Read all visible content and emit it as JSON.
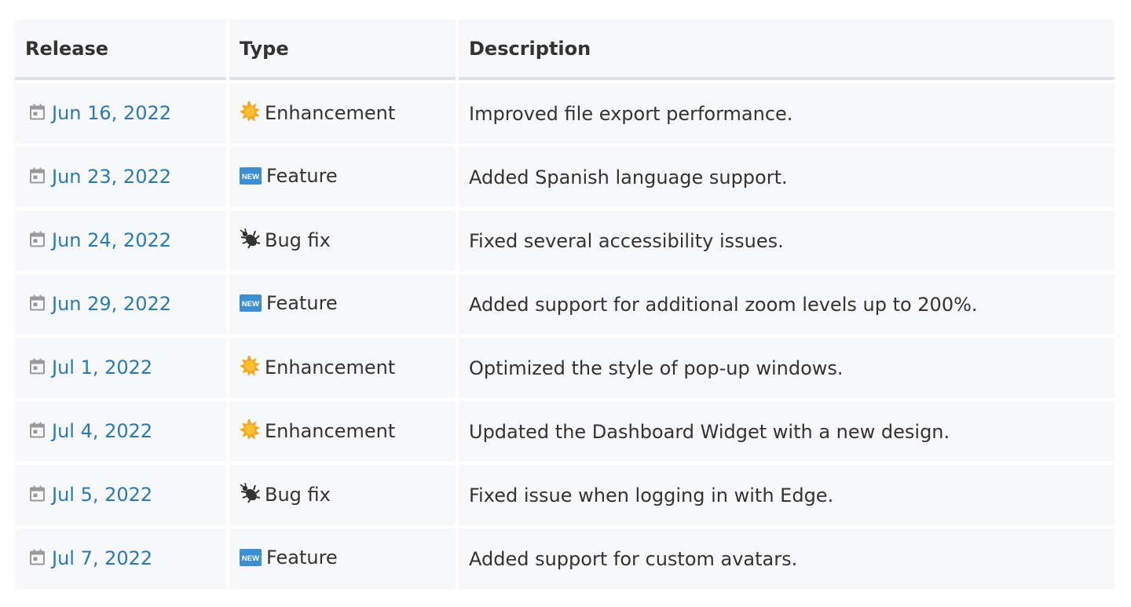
{
  "table": {
    "headers": {
      "release": "Release",
      "type": "Type",
      "description": "Description"
    },
    "rows": [
      {
        "date": "Jun 16, 2022",
        "type": "Enhancement",
        "type_icon": "sun-icon",
        "description": "Improved file export performance."
      },
      {
        "date": "Jun 23, 2022",
        "type": "Feature",
        "type_icon": "new-badge-icon",
        "description": "Added Spanish language support."
      },
      {
        "date": "Jun 24, 2022",
        "type": "Bug fix",
        "type_icon": "bug-icon",
        "description": "Fixed several accessibility issues."
      },
      {
        "date": "Jun 29, 2022",
        "type": "Feature",
        "type_icon": "new-badge-icon",
        "description": "Added support for additional zoom levels up to 200%."
      },
      {
        "date": "Jul 1, 2022",
        "type": "Enhancement",
        "type_icon": "sun-icon",
        "description": "Optimized the style of pop-up windows."
      },
      {
        "date": "Jul 4, 2022",
        "type": "Enhancement",
        "type_icon": "sun-icon",
        "description": "Updated the Dashboard Widget with a new design."
      },
      {
        "date": "Jul 5, 2022",
        "type": "Bug fix",
        "type_icon": "bug-icon",
        "description": "Fixed issue when logging in with Edge."
      },
      {
        "date": "Jul 7, 2022",
        "type": "Feature",
        "type_icon": "new-badge-icon",
        "description": "Added support for custom avatars."
      }
    ]
  },
  "colors": {
    "link": "#2a7ab0",
    "cell_background": "#f6f8fa",
    "header_rule": "#e0e3e7",
    "calendar_icon": "#9a9a9a",
    "sun_icon": "#f5a623",
    "new_badge": "#3d8fd1",
    "bug_icon": "#333333"
  }
}
